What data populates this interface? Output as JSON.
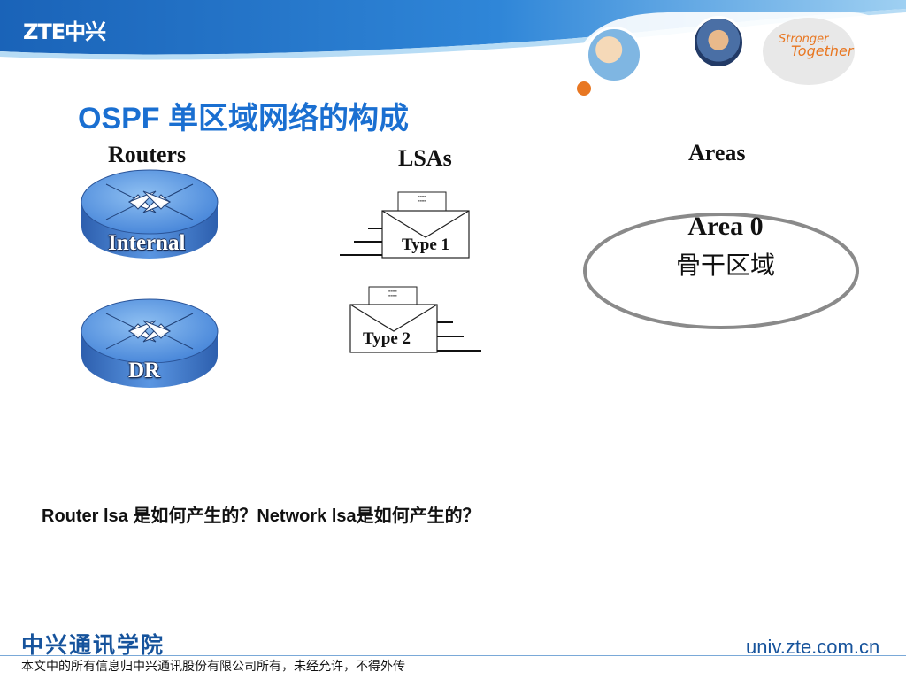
{
  "header": {
    "logo_text": "ZTE中兴",
    "slogan_line1": "Stronger",
    "slogan_line2": "Together"
  },
  "slide": {
    "title": "OSPF 单区域网络的构成",
    "columns": {
      "routers": "Routers",
      "lsas": "LSAs",
      "areas": "Areas"
    },
    "routers": [
      {
        "label": "Internal"
      },
      {
        "label": "DR"
      }
    ],
    "lsas": [
      {
        "label": "Type 1"
      },
      {
        "label": "Type 2"
      }
    ],
    "area": {
      "name": "Area 0",
      "subtitle": "骨干区域"
    },
    "question": "Router lsa 是如何产生的？Network lsa是如何产生的？"
  },
  "footer": {
    "org_name": "中兴通讯学院",
    "copyright": "本文中的所有信息归中兴通讯股份有限公司所有，未经允许，不得外传",
    "url": "univ.zte.com.cn"
  },
  "colors": {
    "title_blue": "#1a6fd1",
    "banner_blue": "#1e6fc2",
    "router_blue": "#3f7fd6",
    "accent_orange": "#e87722",
    "footer_blue": "#16539c",
    "ellipse_gray": "#8a8a8a"
  },
  "icons": [
    "router-icon",
    "lsa-envelope-icon",
    "area-ellipse-icon"
  ]
}
